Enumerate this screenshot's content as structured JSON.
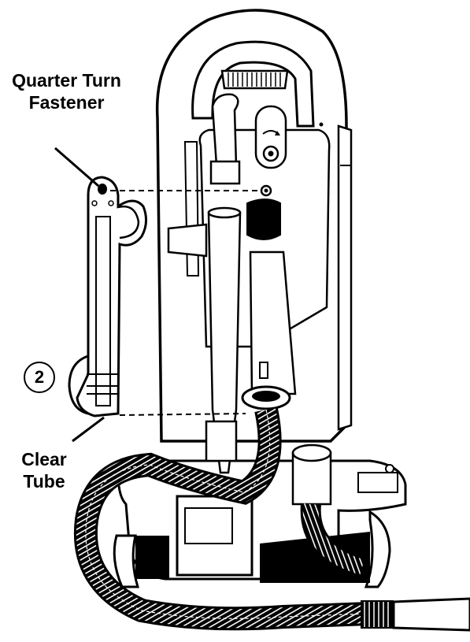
{
  "labels": {
    "quarter_turn_line1": "Quarter Turn",
    "quarter_turn_line2": "Fastener",
    "clear_tube_line1": "Clear",
    "clear_tube_line2": "Tube",
    "step_number": "2"
  },
  "colors": {
    "ink": "#000000",
    "paper": "#ffffff",
    "hose_stripe": "#ffffff"
  }
}
